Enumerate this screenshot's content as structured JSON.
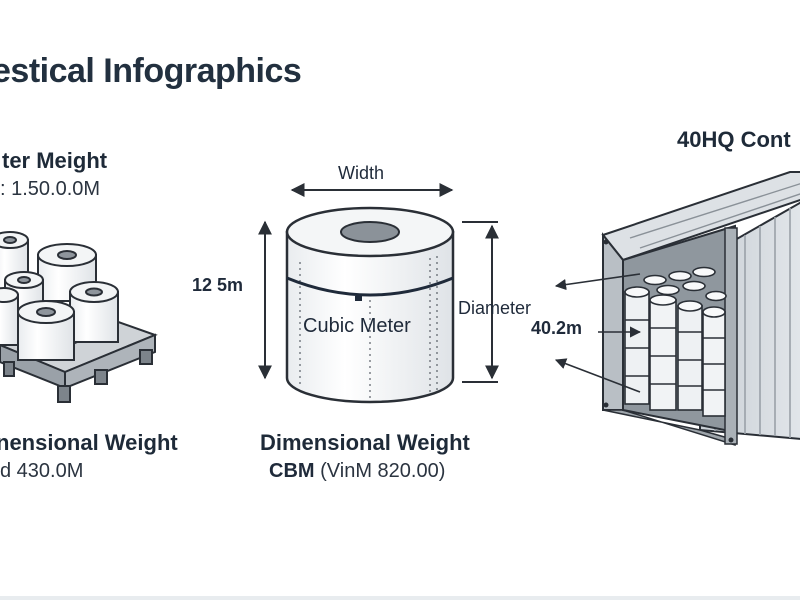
{
  "title": "estical Infographics",
  "left": {
    "top_heading": "ter Meight",
    "top_value": ": 1.50.0.0M",
    "bottom_heading": "nensional Weight",
    "bottom_value": "d 430.0M"
  },
  "center": {
    "width_label": "Width",
    "height_label": "12 5m",
    "diameter_label": "Diameter",
    "body_label": "Cubic Meter",
    "heading": "Dimensional Weight",
    "sub_bold": "CBM",
    "sub_reg": "(VinM 820.00)"
  },
  "right": {
    "heading": "40HQ Cont",
    "measure_label": "40.2m"
  }
}
